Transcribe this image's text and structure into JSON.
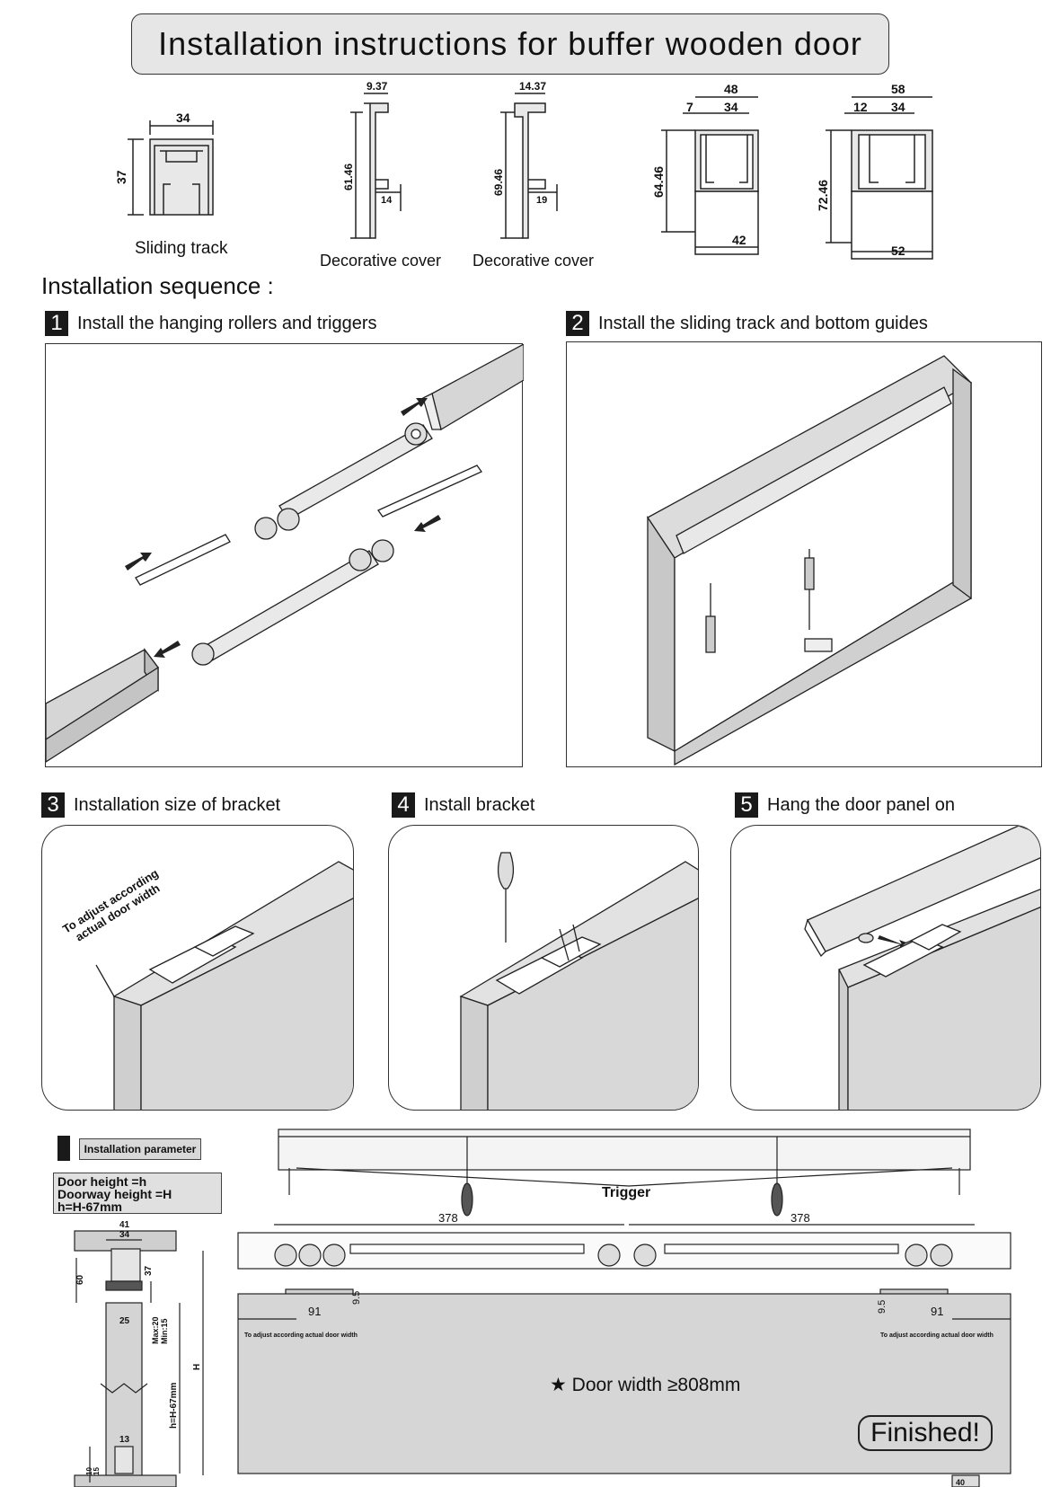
{
  "title": "Installation instructions for buffer wooden door",
  "profiles": {
    "sliding_track": {
      "label": "Sliding track",
      "width": "34",
      "height": "37"
    },
    "cover1": {
      "label": "Decorative cover",
      "top": "9.37",
      "height": "61.46",
      "inner": "14"
    },
    "cover2": {
      "label": "Decorative cover",
      "top": "14.37",
      "height": "69.46",
      "inner": "19"
    },
    "assembly1": {
      "outer": "48",
      "left": "7",
      "inner": "34",
      "height": "64.46",
      "bottom": "42"
    },
    "assembly2": {
      "outer": "58",
      "left": "12",
      "inner": "34",
      "height": "72.46",
      "bottom": "52"
    }
  },
  "sequence_title": "Installation sequence :",
  "steps": [
    {
      "num": "1",
      "label": "Install the hanging rollers and triggers"
    },
    {
      "num": "2",
      "label": "Install the sliding track and bottom guides"
    },
    {
      "num": "3",
      "label": "Installation size of bracket"
    },
    {
      "num": "4",
      "label": "Install bracket"
    },
    {
      "num": "5",
      "label": "Hang the door panel on"
    }
  ],
  "bracket_note": "To adjust according actual door width",
  "bracket_note_line1": "To adjust according",
  "bracket_note_line2": "actual door width",
  "params": {
    "button": "Installation parameter",
    "line1": "Door height =h",
    "line2": "Doorway height =H",
    "line3": "h=H-67mm",
    "dims": {
      "d41": "41",
      "d34": "34",
      "d37": "37",
      "d60": "60",
      "d25": "25",
      "max": "Max:20",
      "min": "Min:15",
      "hform": "h=H-67mm",
      "H": "H",
      "d13": "13",
      "d10": "10",
      "d15": "15"
    }
  },
  "elevation": {
    "trigger": "Trigger",
    "d378a": "378",
    "d378b": "378",
    "d91a": "91",
    "d91b": "91",
    "d95a": "9.5",
    "d95b": "9.5",
    "adj_left": "To adjust according actual door width",
    "adj_right": "To adjust according actual door width",
    "door_width": "★ Door width ≥808mm",
    "finished": "Finished!",
    "d40": "40"
  }
}
